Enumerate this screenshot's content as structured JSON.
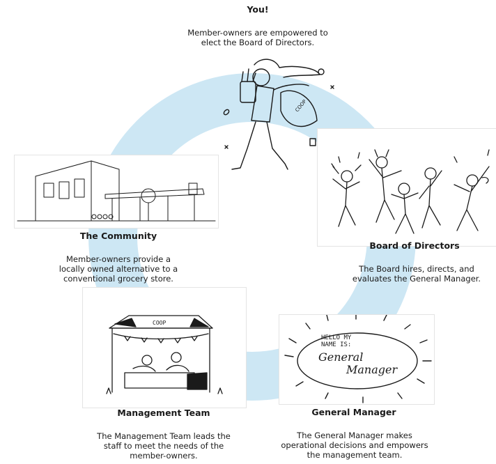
{
  "colors": {
    "ring": "#cde7f4",
    "ink": "#1a1a1a",
    "panel_border": "#e4e4e4"
  },
  "you": {
    "title": "You!",
    "lines": [
      "Member-owners are empowered to",
      "elect the Board of Directors."
    ],
    "illustration": "person-carrying-groceries-illustration"
  },
  "community": {
    "title": "The Community",
    "lines": [
      "Member-owners provide a",
      "locally owned alternative to a",
      "conventional grocery store."
    ],
    "illustration": "coop-building-illustration"
  },
  "board": {
    "title": "Board of Directors",
    "lines": [
      "The Board hires, directs, and",
      "evaluates the General Manager."
    ],
    "illustration": "dancing-people-illustration"
  },
  "management": {
    "title": "Management Team",
    "lines": [
      "The Management Team leads the",
      "staff to meet the needs of the",
      "member-owners."
    ],
    "illustration": "coop-tent-illustration",
    "tent_sign": "COOP"
  },
  "gm": {
    "title": "General Manager",
    "lines": [
      "The General Manager makes",
      "operational decisions and empowers",
      "the management team."
    ],
    "illustration": "name-tag-illustration",
    "tag_header_1": "HELLO MY",
    "tag_header_2": "NAME IS:",
    "tag_name_1": "General",
    "tag_name_2": "Manager"
  }
}
